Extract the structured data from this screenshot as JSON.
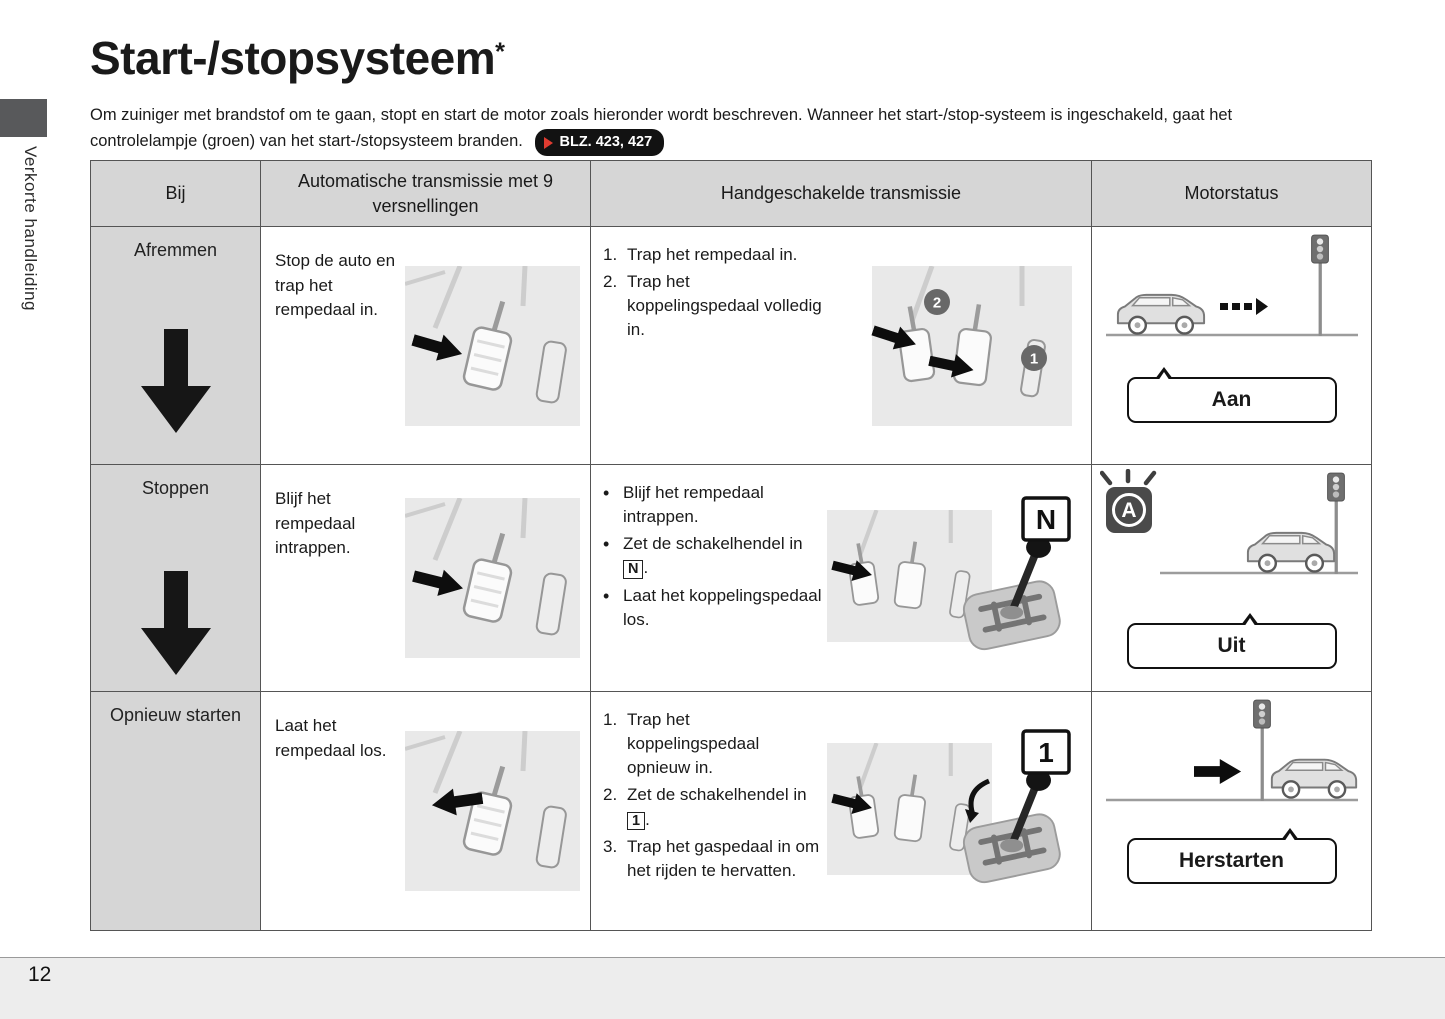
{
  "sidebar": {
    "label": "Verkorte handleiding"
  },
  "header": {
    "title": "Start-/stopsysteem",
    "asterisk": "*"
  },
  "intro": {
    "line1": "Om zuiniger met brandstof om te gaan, stopt en start de motor zoals hieronder wordt beschreven. Wanneer het start-/stop-systeem is ingeschakeld, gaat het",
    "line2": "controlelampje (groen) van het start-/stopsysteem branden.",
    "ref_badge": "BLZ. 423, 427"
  },
  "table": {
    "headers": {
      "col_bij": "Bij",
      "col_auto": "Automatische transmissie met 9 versnellingen",
      "col_manual": "Handgeschakelde transmissie",
      "col_status": "Motorstatus"
    },
    "rows": {
      "afremmen": {
        "label": "Afremmen",
        "auto_text": "Stop de auto en trap het rempedaal in.",
        "manual_steps": {
          "s1_num": "1.",
          "s1_text": "Trap het rempedaal in.",
          "s2_num": "2.",
          "s2_text": "Trap het koppelingspedaal volledig in."
        },
        "badge_clutch": "2",
        "badge_brake": "1",
        "status_label": "Aan"
      },
      "stoppen": {
        "label": "Stoppen",
        "auto_text": "Blijf het rempedaal intrappen.",
        "manual_bullets": {
          "b1_marker": "•",
          "b1_text": "Blijf het rempedaal intrappen.",
          "b2_marker": "•",
          "b2_pre": "Zet de schakelhendel in",
          "b2_box": "N",
          "b2_post": ".",
          "b3_marker": "•",
          "b3_text": "Laat het koppelingspedaal los."
        },
        "gear_box": "N",
        "indicator_letter": "A",
        "status_label": "Uit"
      },
      "opnieuw_starten": {
        "label": "Opnieuw starten",
        "auto_text": "Laat het rempedaal los.",
        "manual_steps": {
          "s1_num": "1.",
          "s1_text": "Trap het koppelingspedaal opnieuw in.",
          "s2_num": "2.",
          "s2_pre": "Zet de schakelhendel in",
          "s2_box": "1",
          "s2_post": ".",
          "s3_num": "3.",
          "s3_text": "Trap het gaspedaal in om het rijden te hervatten."
        },
        "gear_box": "1",
        "status_label": "Herstarten"
      }
    }
  },
  "footer": {
    "page_number": "12"
  }
}
